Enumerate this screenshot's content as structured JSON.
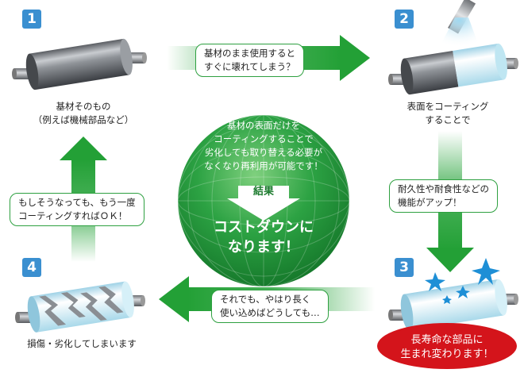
{
  "steps": [
    {
      "number": "1",
      "label_lines": [
        "基材そのもの",
        "（例えば機械部品など）"
      ]
    },
    {
      "number": "2",
      "label_lines": [
        "表面をコーティング",
        "することで"
      ]
    },
    {
      "number": "3",
      "label_lines": [
        "長寿命な部品に",
        "生まれ変わります！"
      ]
    },
    {
      "number": "4",
      "label_lines": [
        "損傷・劣化してしまいます"
      ]
    }
  ],
  "notes": {
    "top_lines": [
      "基材のまま使用すると",
      "すぐに壊れてしまう？"
    ],
    "right_lines": [
      "耐久性や耐食性などの",
      "機能がアップ！"
    ],
    "bottom_lines": [
      "それでも、やはり長く",
      "使い込めばどうしても…"
    ],
    "left_lines": [
      "もしそうなっても、もう一度",
      "コーティングすればＯＫ！"
    ]
  },
  "center": {
    "body_lines": [
      "基材の表面だけを",
      "コーティングすることで",
      "劣化しても取り替える必要が",
      "なくなり再利用が可能です！"
    ],
    "result_label": "結果",
    "conclusion_lines": [
      "コストダウンに",
      "なります！"
    ]
  },
  "colors": {
    "badge_blue": "#3a8fd0",
    "arrow_green": "#27a33a",
    "globe_green": "#1f8f35",
    "note_border": "#2ea040",
    "highlight_red": "#d4141b",
    "coating_blue": "#bfe6f2",
    "star_blue": "#1e8fd6"
  }
}
